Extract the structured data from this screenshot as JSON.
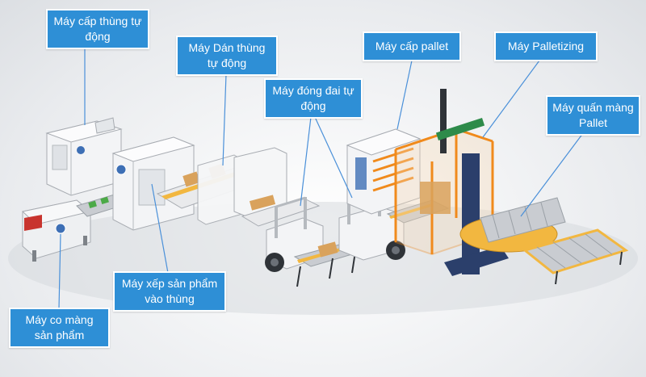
{
  "labels": {
    "box_feeder": "Máy cấp thùng tự động",
    "tape_sealer": "Máy Dán thùng tự động",
    "strapping": "Máy đóng đai tự động",
    "pallet_dispenser": "Máy cấp pallet",
    "palletizer": "Máy Palletizing",
    "wrapper": "Máy quấn màng Pallet",
    "case_packer": "Máy xếp sản phẩm vào thùng",
    "shrink_wrapper": "Máy co màng sản phẩm"
  },
  "colors": {
    "callout_fill": "#2e8fd6",
    "callout_border": "#ffffff",
    "leader_line": "#4a90d9",
    "conveyor_roller": "#b9bdc2",
    "conveyor_frame": "#f2b740",
    "carton": "#d9a25c",
    "machine_white": "#f3f4f6",
    "palletizer_frame": "#f08a1c",
    "wrapper_column": "#2b3f6b",
    "product_green": "#4caa47",
    "shrink_red": "#c8342e"
  }
}
